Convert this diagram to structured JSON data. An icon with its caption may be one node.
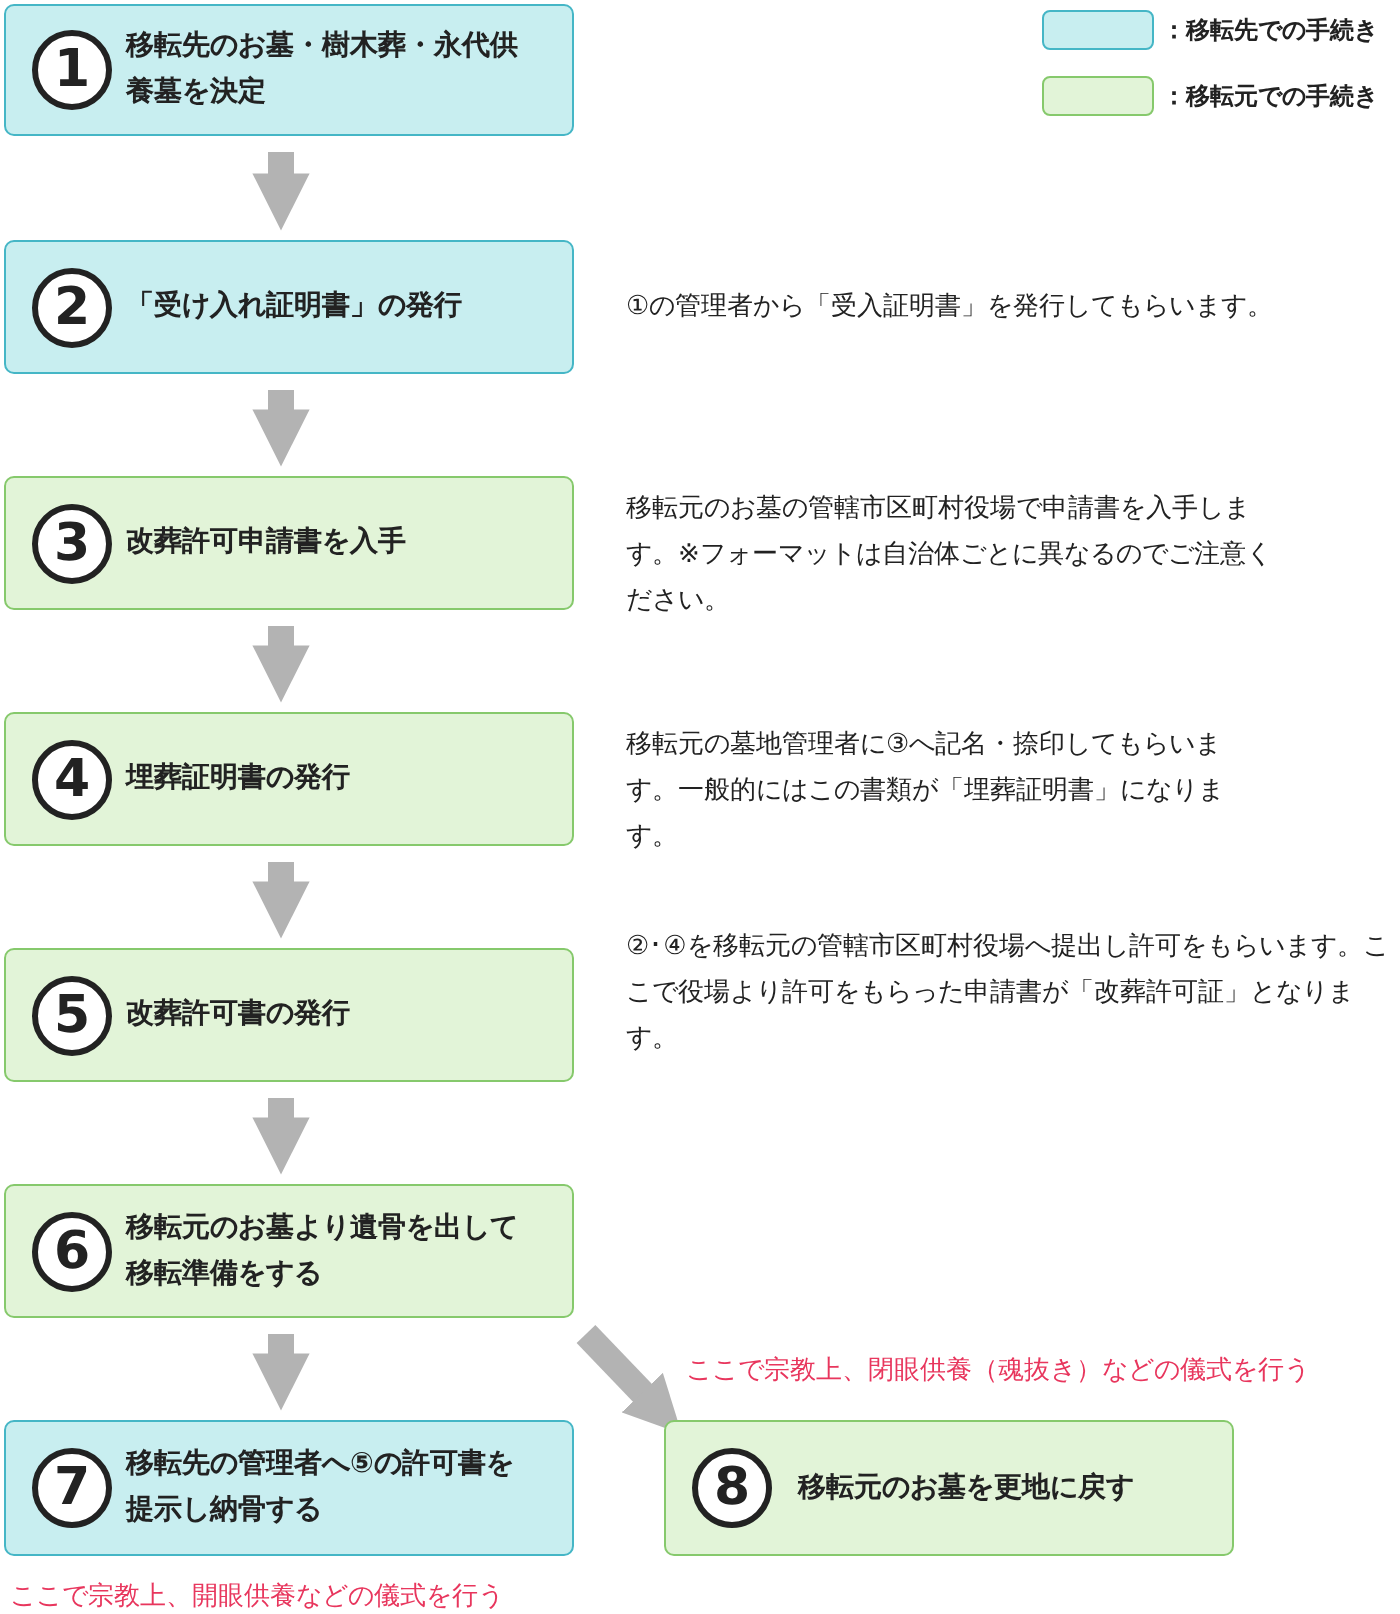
{
  "diagram": {
    "nodes": [
      {
        "text": [
          "1",
          "移転先のお墓・樹木葬・永代供養墓を決定"
        ]
      },
      {
        "text": [
          "2",
          "「受け入れ証明書」の発行"
        ],
        "beside": [
          "①の管理者から「受入証明書」を発行してもらいます。"
        ]
      },
      {
        "text": [
          "3",
          "改葬許可申請書を入手"
        ],
        "beside": [
          "移転元のお墓の管轄市区町村役場で申請書を入手します。※フォーマットは自治体ごとに異なるのでご注意ください。"
        ]
      },
      {
        "text": [
          "4",
          "埋葬証明書の発行"
        ],
        "beside": [
          "移転元の墓地管理者に③へ記名・捺印してもらいます。一般的にはこの書類が「埋葬証明書」になります。"
        ]
      },
      {
        "text": [
          "5",
          "改葬許可書の発行"
        ],
        "beside": [
          "②･④を移転元の管轄市区町村役場へ提出し許可をもらいます。ここで役場より許可をもらった申請書が「改葬許可証」となります。"
        ]
      },
      {
        "text": [
          "6",
          "移転元のお墓より遺骨を出して移転準備をする"
        ]
      },
      {
        "text": [
          "7",
          "移転先の管理者へ⑤の許可書を提示し納骨する"
        ],
        "beside": [
          "ここで宗教上、開眼供養などの儀式を行う"
        ]
      },
      {
        "text": [
          "8",
          "移転元のお墓を更地に戻す"
        ]
      }
    ],
    "edges": [
      {
        "from": 0,
        "to": 1,
        "arrow": "to"
      },
      {
        "from": 1,
        "to": 2,
        "arrow": "to"
      },
      {
        "from": 2,
        "to": 3,
        "arrow": "to"
      },
      {
        "from": 3,
        "to": 4,
        "arrow": "to"
      },
      {
        "from": 4,
        "to": 5,
        "arrow": "to"
      },
      {
        "from": 5,
        "to": 6,
        "arrow": "to"
      },
      {
        "from": 5,
        "to": 7,
        "arrow": "to",
        "label": "ここで宗教上、閉眼供養（魂抜き）などの儀式を行う"
      }
    ],
    "legend": [
      {
        "text": "：移転先での手続き",
        "color": "#c8eef0"
      },
      {
        "text": "：移転元での手続き",
        "color": "#e2f4d8"
      }
    ]
  }
}
